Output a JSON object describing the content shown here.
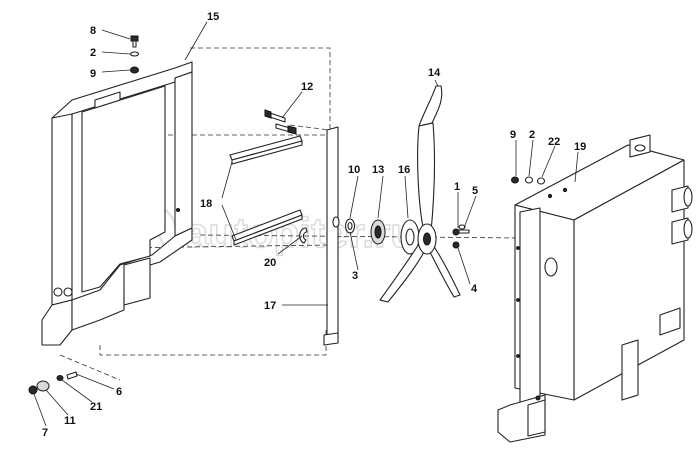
{
  "watermark": {
    "text": "autopiter.ru"
  },
  "callouts": [
    "15",
    "8",
    "2",
    "9",
    "12",
    "18",
    "20",
    "17",
    "14",
    "10",
    "13",
    "16",
    "3",
    "1",
    "5",
    "4",
    "9",
    "2",
    "22",
    "19",
    "6",
    "21",
    "11",
    "7"
  ]
}
